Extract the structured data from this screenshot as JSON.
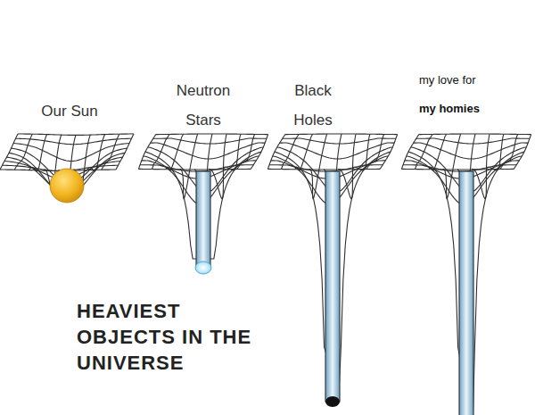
{
  "diagram": {
    "title": "HEAVIEST OBJECTS IN THE UNIVERSE",
    "labels": [
      "Our Sun",
      "Neutron Stars",
      "Black Holes",
      "my love for",
      "my homies"
    ]
  }
}
